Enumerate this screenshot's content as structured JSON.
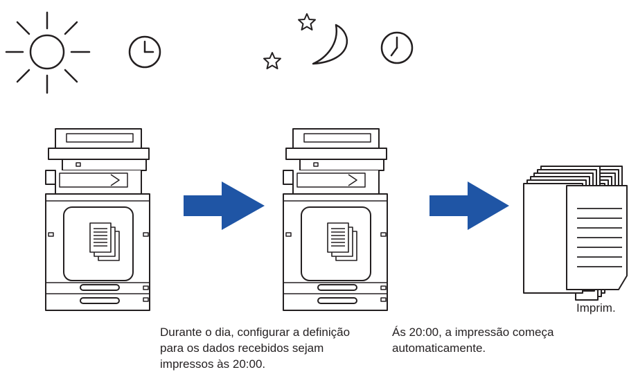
{
  "steps": [
    {
      "icons": [
        "sun-icon",
        "clock-icon"
      ],
      "caption": "Durante o dia, configurar a definição para os dados recebidos sejam impressos às 20:00."
    },
    {
      "icons": [
        "moon-icon",
        "star-icon",
        "star-icon",
        "clock-icon"
      ],
      "caption": "Ás 20:00, a impressão começa automaticamente."
    },
    {
      "icons": [
        "paper-stack-icon"
      ],
      "caption": "Imprim."
    }
  ],
  "colors": {
    "arrow": "#1f55a5",
    "line": "#231f20",
    "background": "#ffffff"
  }
}
